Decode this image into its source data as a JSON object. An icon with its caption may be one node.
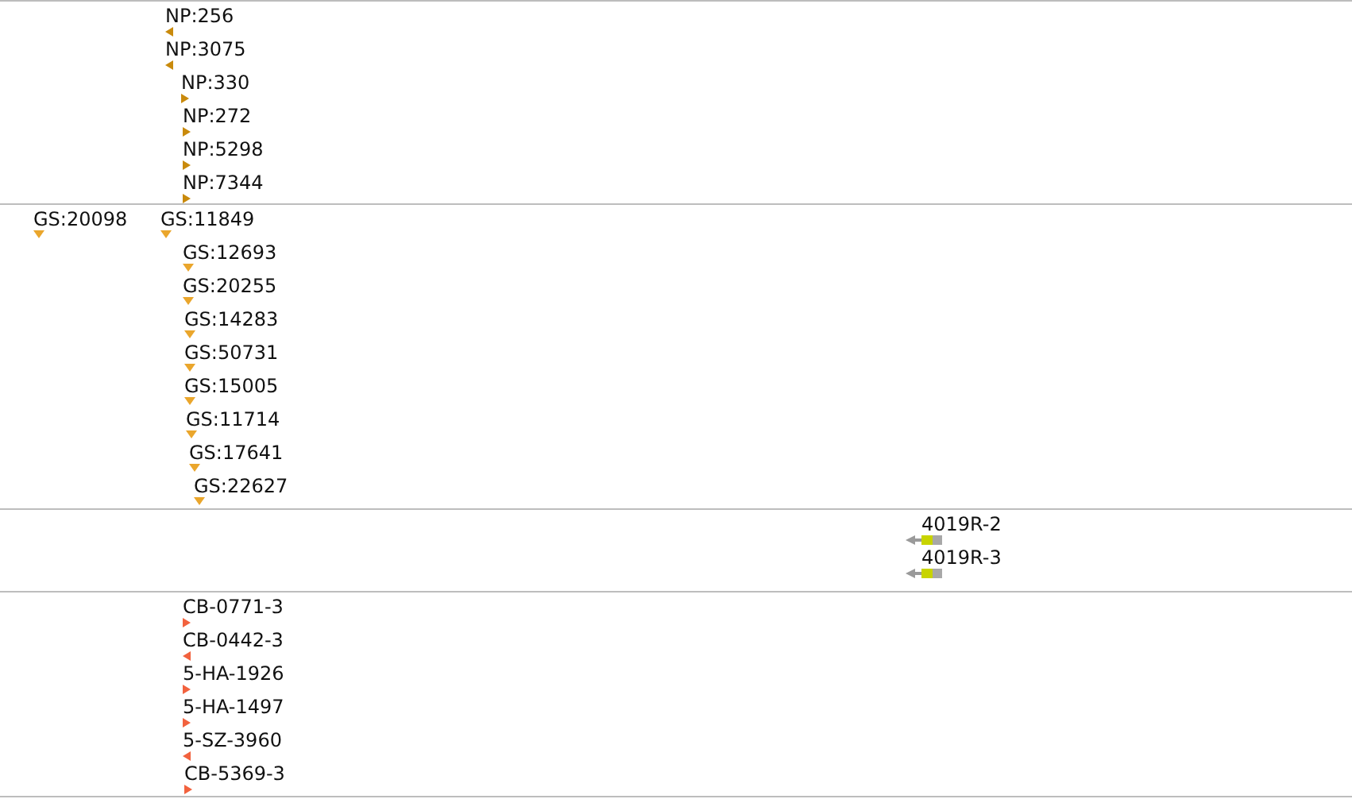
{
  "diagram": {
    "nodes": [
      {
        "text": [
          "NP:256",
          "NP:3075",
          "NP:330",
          "NP:272",
          "NP:5298",
          "NP:7344"
        ]
      },
      {
        "text": [
          "GS:20098",
          "GS:11849",
          "GS:12693",
          "GS:20255",
          "GS:14283",
          "GS:50731",
          "GS:15005",
          "GS:11714",
          "GS:17641",
          "GS:22627"
        ]
      },
      {
        "text": [
          "4019R-2",
          "4019R-3"
        ]
      },
      {
        "text": [
          "CB-0771-3",
          "CB-0442-3",
          "5-HA-1926",
          "5-HA-1497",
          "5-SZ-3960",
          "CB-5369-3"
        ]
      }
    ]
  }
}
